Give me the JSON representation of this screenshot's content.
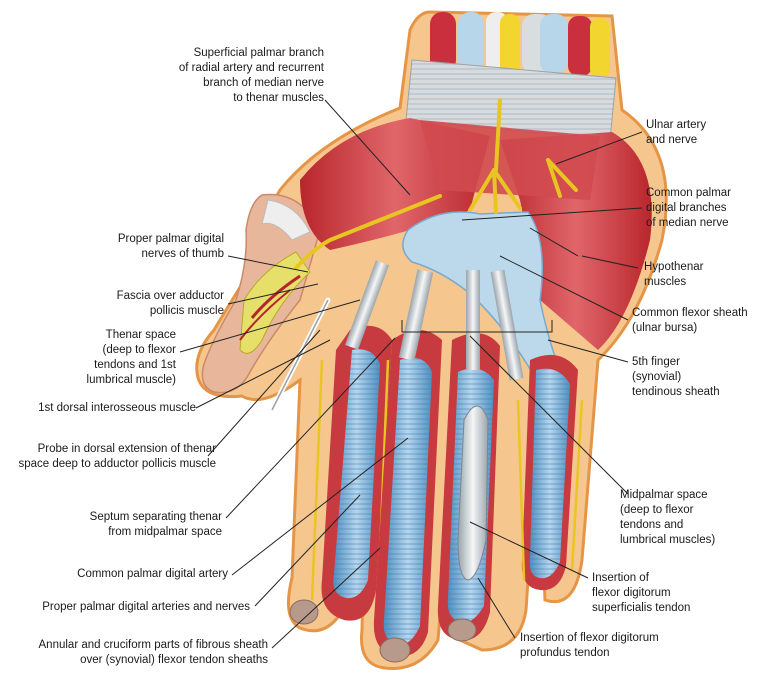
{
  "labels": {
    "superficial_palmar_branch": "Superficial palmar branch\nof radial artery and recurrent\nbranch of median nerve\nto thenar muscles",
    "ulnar_artery_nerve": "Ulnar artery\nand nerve",
    "common_palmar_digital_branches": "Common palmar\ndigital branches\nof median nerve",
    "proper_palmar_digital_nerves_thumb": "Proper palmar digital\nnerves of thumb",
    "hypothenar_muscles": "Hypothenar\nmuscles",
    "fascia_adductor_pollicis": "Fascia over adductor\npollicis muscle",
    "common_flexor_sheath": "Common flexor sheath\n(ulnar bursa)",
    "thenar_space": "Thenar space\n(deep to flexor\ntendons and 1st\nlumbrical muscle)",
    "fifth_finger_sheath": "5th finger\n(synovial)\ntendinous sheath",
    "first_dorsal_interosseous": "1st dorsal interosseous muscle",
    "probe_dorsal_extension": "Probe in dorsal extension of thenar\nspace deep to adductor pollicis muscle",
    "midpalmar_space": "Midpalmar space\n(deep to flexor\ntendons and\nlumbrical muscles)",
    "septum_thenar_midpalmar": "Septum separating thenar\nfrom midpalmar space",
    "common_palmar_digital_artery": "Common palmar digital artery",
    "insertion_fds": "Insertion of\nflexor digitorum\nsuperficialis tendon",
    "proper_palmar_digital_arteries_nerves": "Proper palmar digital arteries and nerves",
    "insertion_fdp": "Insertion of flexor digitorum\nprofundus tendon",
    "annular_cruciform": "Annular and cruciform parts of fibrous sheath\nover (synovial) flexor tendon sheaths"
  },
  "colors": {
    "skin_outline": "#e8a25a",
    "muscle": "#c8343a",
    "sheath": "#7fb3d8",
    "nerve": "#f2d52e",
    "tendon": "#d9dde0",
    "leader": "#222222"
  }
}
